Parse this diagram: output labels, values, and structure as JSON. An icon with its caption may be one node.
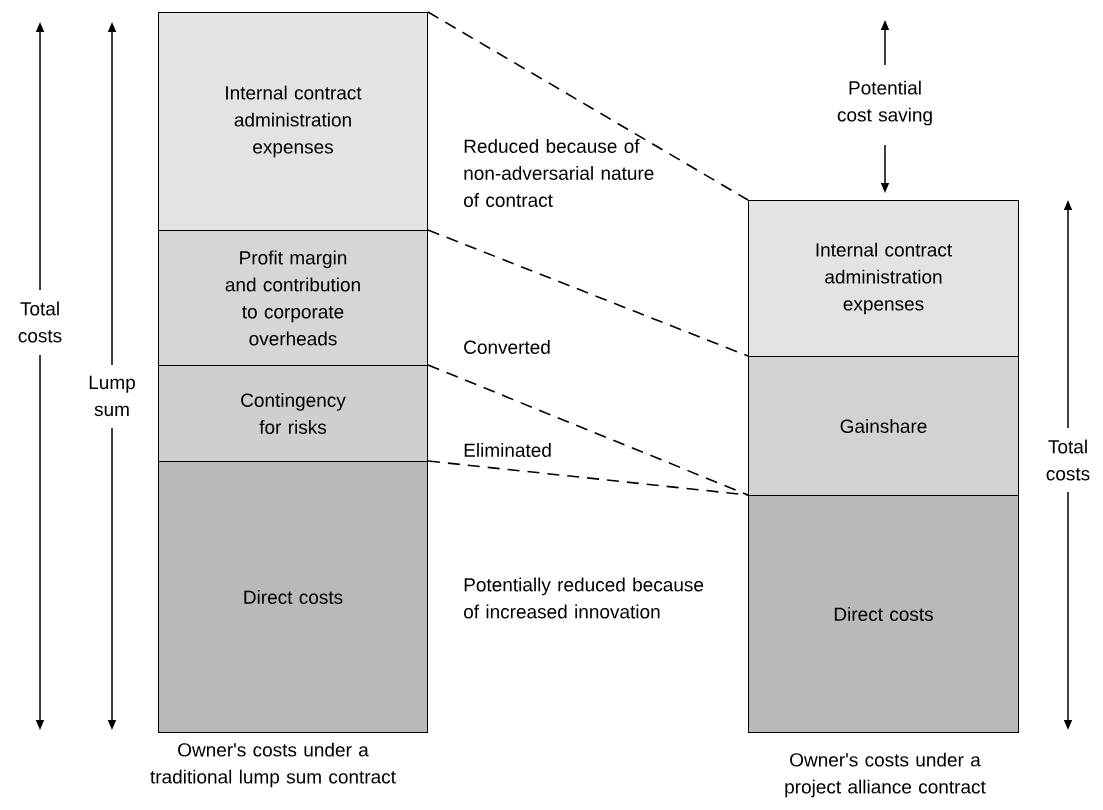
{
  "diagram": {
    "nodes": [
      {
        "text": [
          "Internal contract administration expenses"
        ]
      },
      {
        "text": [
          "Profit margin and contribution to corporate overheads"
        ]
      },
      {
        "text": [
          "Contingency for risks"
        ]
      },
      {
        "text": [
          "Direct costs"
        ]
      },
      {
        "text": [
          "Internal contract administration expenses"
        ]
      },
      {
        "text": [
          "Gainshare"
        ]
      },
      {
        "text": [
          "Direct costs"
        ]
      }
    ],
    "edges": [
      {
        "from": 0,
        "to": 4,
        "arrow": "none",
        "style": "dashed"
      },
      {
        "from": 1,
        "to": 5,
        "arrow": "none",
        "style": "dashed"
      },
      {
        "from": 2,
        "to": 6,
        "arrow": "none",
        "style": "dashed"
      },
      {
        "from": 3,
        "to": 6,
        "arrow": "none",
        "style": "dashed"
      }
    ],
    "labels": [
      "Potential cost saving",
      "Reduced because of non-adversarial nature of contract",
      "Total costs",
      "Converted",
      "Lump sum",
      "Eliminated",
      "Total costs",
      "Potentially reduced because of increased innovation",
      "Owner's costs under a traditional lump sum contract",
      "Owner's costs under a project alliance contract"
    ]
  }
}
